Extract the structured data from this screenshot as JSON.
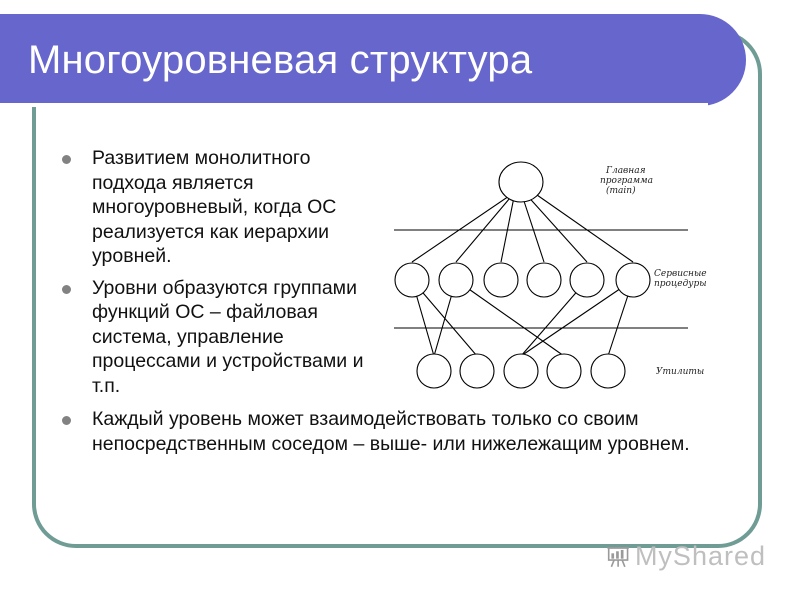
{
  "slide": {
    "title": "Многоуровневая структура",
    "bullets": [
      "Развитием монолитного подхода является многоуровневый, когда ОС реализуется как иерархии уровней.",
      "Уровни образуются группами функций ОС – файловая система, управление процессами и устройствами и т.п.",
      "Каждый уровень может взаимодействовать только со своим непосредственным соседом – выше- или нижележащим уровнем."
    ]
  },
  "diagram": {
    "labels": {
      "main_line1": "Главная",
      "main_line2": "программа",
      "main_line3": "(main)",
      "service_line1": "Сервисные",
      "service_line2": "процедуры",
      "utilities": "Утилиты"
    }
  },
  "watermark": {
    "text": "MyShared"
  },
  "colors": {
    "title_bar": "#6666cc",
    "frame_border": "#6f9c95",
    "bullet_dot": "#828282"
  }
}
